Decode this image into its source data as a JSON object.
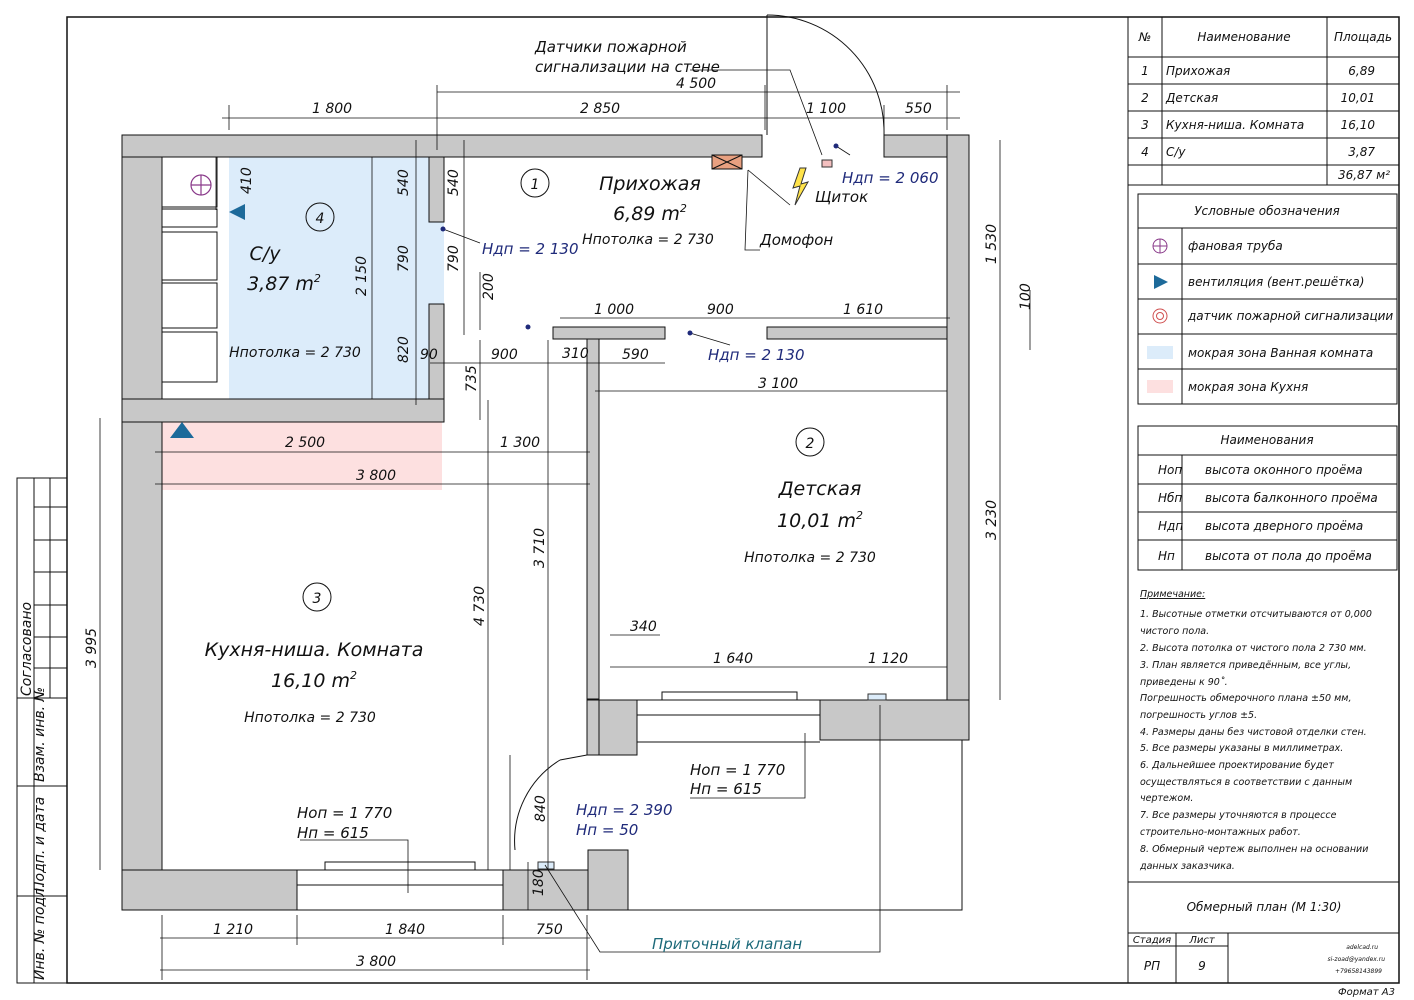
{
  "colors": {
    "wall": "#c8c8c8",
    "wet_bath": "#dcecfa",
    "wet_kitchen": "#fde0e0",
    "line": "#111111",
    "blue_text": "#1f2a7a",
    "teal_text": "#1d6a7a"
  },
  "icons": [
    "fan-pipe-icon",
    "ventilation-icon",
    "fire-sensor-icon",
    "lightning-icon",
    "panel-icon"
  ],
  "rooms": [
    {
      "num": "1",
      "name": "Прихожая",
      "area": "6,89 m",
      "ceiling": "Hпотолка = 2 730"
    },
    {
      "num": "2",
      "name": "Детская",
      "area": "10,01 m",
      "ceiling": "Hпотолка = 2 730"
    },
    {
      "num": "3",
      "name": "Кухня-ниша. Комната",
      "area": "16,10 m",
      "ceiling": "Hпотолка = 2 730"
    },
    {
      "num": "4",
      "name": "С/у",
      "area": "3,87 m",
      "ceiling": "Hпотолка = 2 730"
    }
  ],
  "area_sup": "2",
  "labels": {
    "fire_sensors": [
      "Датчики пожарной",
      "сигнализации на стене"
    ],
    "panel": "Щиток",
    "intercom": "Домофон",
    "supply_valve": "Приточный клапан",
    "hdp_entry": "Hдп = 2 060",
    "hdp_bath": "Hдп = 2 130",
    "hdp_child": "Hдп = 2 130",
    "hdp_balcony": "Hдп = 2 390",
    "hn_balcony": "Hп = 50",
    "hop_kitchen": "Hоп = 1 770",
    "hn_kitchen": "Hп = 615",
    "hop_child": "Hоп = 1 770",
    "hn_child": "Hп = 615"
  },
  "dims": {
    "top_1800": "1 800",
    "top_2850": "2 850",
    "top_4500": "4 500",
    "top_1100": "1 100",
    "top_550": "550",
    "v_410": "410",
    "v_540a": "540",
    "v_540b": "540",
    "v_790a": "790",
    "v_790b": "790",
    "v_2150": "2 150",
    "v_200": "200",
    "v_820": "820",
    "v_1530": "1 530",
    "v_100": "100",
    "h_1000": "1 000",
    "h_900a": "900",
    "h_1610": "1 610",
    "h_90": "90",
    "h_900b": "900",
    "h_310": "310",
    "h_590": "590",
    "v_735": "735",
    "h_3100": "3 100",
    "h_2500": "2 500",
    "h_1300": "1 300",
    "h_3800a": "3 800",
    "v_3710": "3 710",
    "v_3230": "3 230",
    "v_4730": "4 730",
    "v_3995": "3 995",
    "h_340": "340",
    "h_1640": "1 640",
    "h_1120": "1 120",
    "v_840": "840",
    "v_180": "180",
    "b_1210": "1 210",
    "b_1840": "1 840",
    "b_750": "750",
    "b_3800": "3 800"
  },
  "table": {
    "headers": [
      "№",
      "Наименование",
      "Площадь"
    ],
    "rows": [
      [
        "1",
        "Прихожая",
        "6,89"
      ],
      [
        "2",
        "Детская",
        "10,01"
      ],
      [
        "3",
        "Кухня-ниша. Комната",
        "16,10"
      ],
      [
        "4",
        "С/у",
        "3,87"
      ]
    ],
    "total": "36,87 м²"
  },
  "legend": {
    "title": "Условные обозначения",
    "items": [
      "фановая труба",
      "вентиляция (вент.решётка)",
      "датчик пожарной сигнализации",
      "мокрая зона Ванная комната",
      "мокрая зона Кухня"
    ]
  },
  "names": {
    "title": "Наименования",
    "items": [
      [
        "Hоп",
        "высота оконного проёма"
      ],
      [
        "Hбп",
        "высота балконного проёма"
      ],
      [
        "Hдп",
        "высота дверного проёма"
      ],
      [
        "Hп",
        "высота от пола до проёма"
      ]
    ]
  },
  "notes": {
    "title": "Примечание:",
    "lines": [
      "1. Высотные отметки отсчитываются от 0,000",
      "чистого пола.",
      "2. Высота потолка от чистого пола 2 730 мм.",
      "3. План является приведённым, все углы,",
      "приведены к 90˚.",
      "Погрешность обмерочного плана ±50 мм,",
      "погрешность углов ±5.",
      "4. Размеры даны без чистовой отделки стен.",
      "5. Все размеры указаны в миллиметрах.",
      "6. Дальнейшее проектирование будет",
      "осуществляться в соответствии с данным",
      "чертежом.",
      "7. Все размеры уточняются в процессе",
      "строительно-монтажных работ.",
      "8. Обмерный чертеж выполнен на основании",
      "данных заказчика."
    ]
  },
  "stamp": {
    "title": "Обмерный план (М 1:30)",
    "stage_label": "Стадия",
    "sheet_label": "Лист",
    "stage": "РП",
    "sheet": "9",
    "contact": [
      "adelcad.ru",
      "si-zoad@yandex.ru",
      "+79658143899"
    ],
    "format": "Формат А3"
  },
  "side_stamp": [
    "Согласовано",
    "Взам. инв. №",
    "Подп. и дата",
    "Инв. № подл."
  ]
}
